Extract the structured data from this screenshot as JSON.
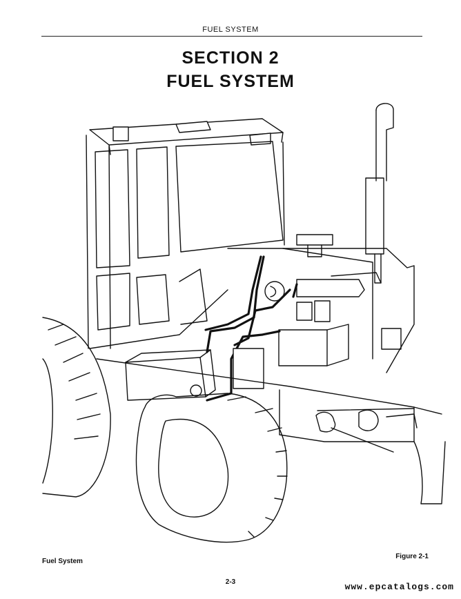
{
  "header": {
    "running_title": "FUEL SYSTEM"
  },
  "section": {
    "line1": "SECTION 2",
    "line2": "FUEL SYSTEM"
  },
  "figure": {
    "caption_left": "Fuel System",
    "caption_right": "Figure 2-1",
    "illustration_icon": "tractor-fuel-system-icon"
  },
  "footer": {
    "page_number": "2-3",
    "watermark": "www.epcatalogs.com"
  }
}
